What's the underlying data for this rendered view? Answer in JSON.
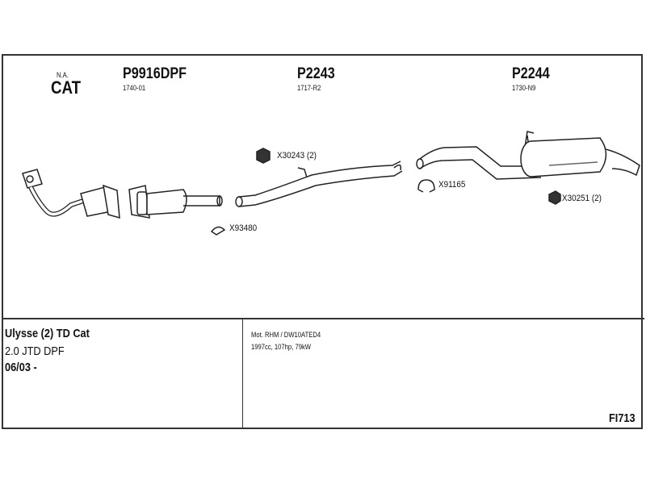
{
  "header": {
    "cat_note": "N.A.",
    "cat_label": "CAT",
    "parts": [
      {
        "number": "P9916DPF",
        "ref": "1740-01"
      },
      {
        "number": "P2243",
        "ref": "1717-R2"
      },
      {
        "number": "P2244",
        "ref": "1730-N9"
      }
    ]
  },
  "accessories": [
    {
      "code": "X30243 (2)",
      "icon": "nut-icon"
    },
    {
      "code": "X93480",
      "icon": "clamp-icon"
    },
    {
      "code": "X91165",
      "icon": "clamp-icon"
    },
    {
      "code": "X30251 (2)",
      "icon": "nut-icon"
    }
  ],
  "vehicle": {
    "model": "Ulysse (2) TD Cat",
    "engine": "2.0 JTD DPF",
    "date": "06/03 -"
  },
  "engine_info": {
    "code": "Mot. RHM / DW10ATED4",
    "specs": "1997cc, 107hp, 79kW"
  },
  "diagram_code": "FI713"
}
